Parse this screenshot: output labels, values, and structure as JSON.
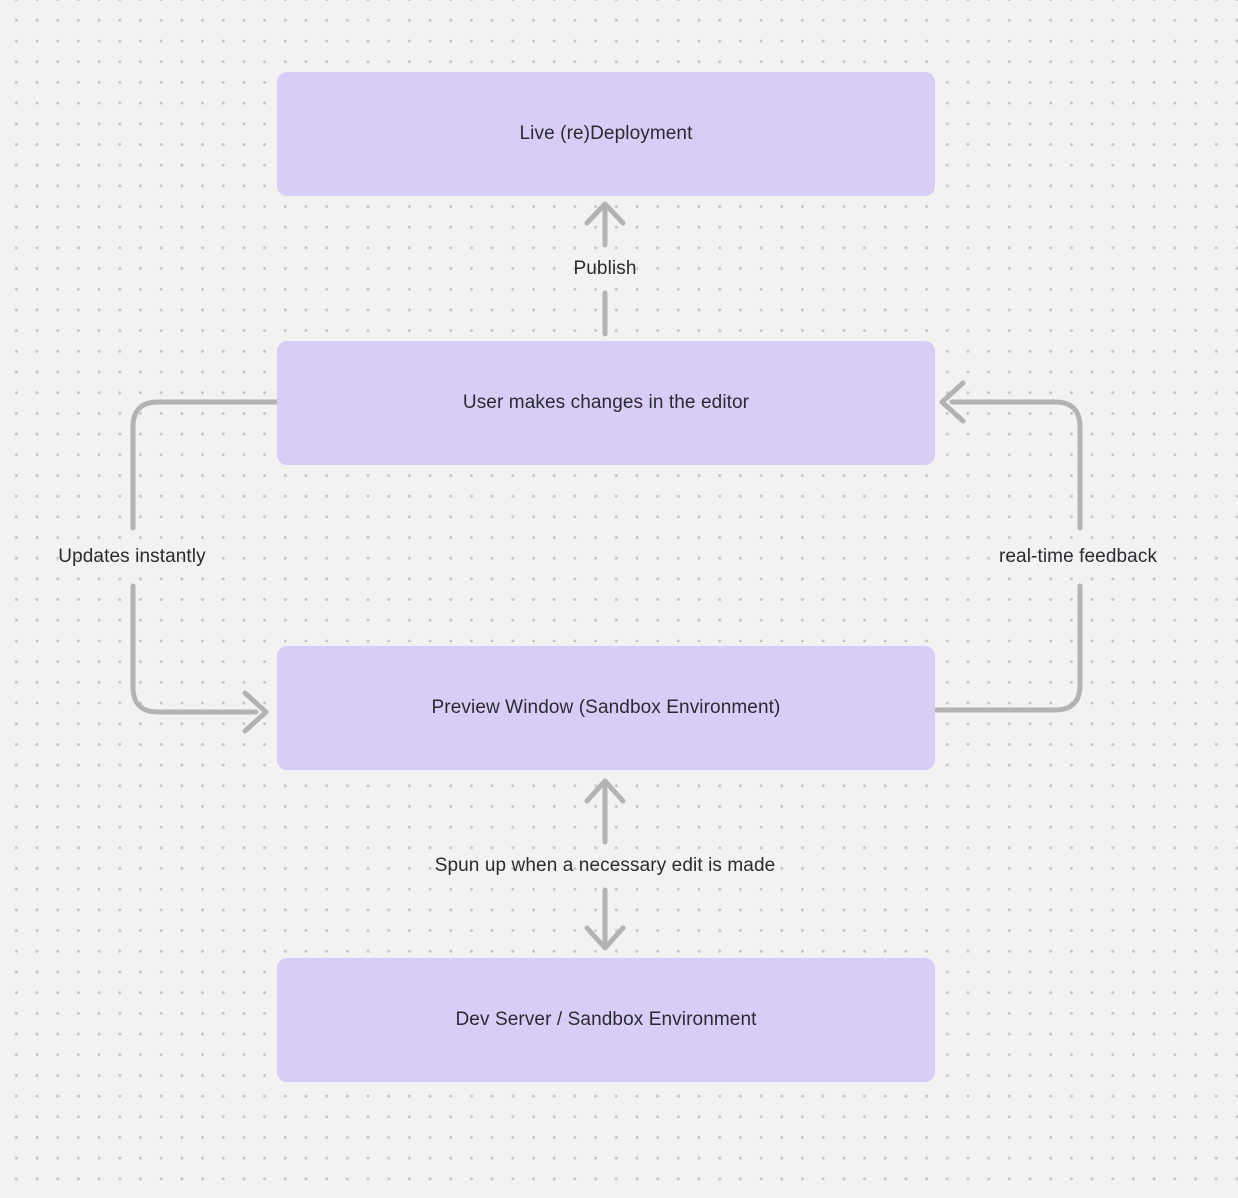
{
  "diagram": {
    "title": "editor deployment flow",
    "colors": {
      "background": "#f2f2f1",
      "dot_grid": "#c7c7c7",
      "node_fill": "#d7cdf7",
      "arrow": "#b3b3b3",
      "text": "#2b2a31"
    },
    "nodes": [
      {
        "id": "live-redeployment",
        "label": "Live (re)Deployment"
      },
      {
        "id": "user-editor",
        "label": "User makes changes in the editor"
      },
      {
        "id": "preview-window",
        "label": "Preview Window (Sandbox Environment)"
      },
      {
        "id": "dev-server",
        "label": "Dev Server / Sandbox Environment"
      }
    ],
    "edges": [
      {
        "id": "publish",
        "from": "user-editor",
        "to": "live-redeployment",
        "label": "Publish"
      },
      {
        "id": "updates",
        "from": "user-editor",
        "to": "preview-window",
        "label": "Updates instantly"
      },
      {
        "id": "realtime",
        "from": "preview-window",
        "to": "user-editor",
        "label": "real-time feedback"
      },
      {
        "id": "spunup",
        "from": "preview-window",
        "to": "dev-server",
        "label": "Spun up when a necessary edit is made",
        "bidirectional": true
      }
    ]
  }
}
